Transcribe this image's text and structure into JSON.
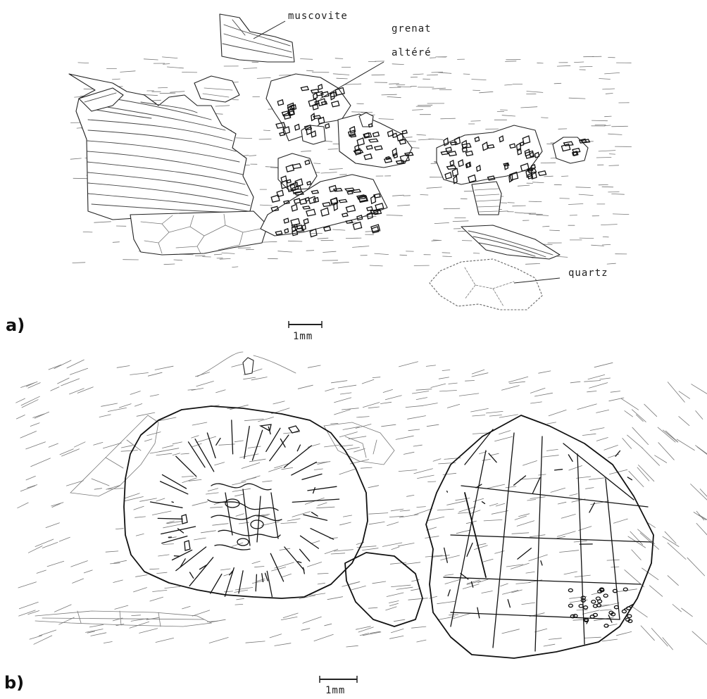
{
  "panel_a": {
    "label": "a)",
    "labels": {
      "muscovite": "muscovite",
      "grenat": "grenat",
      "altere": "altéré",
      "quartz": "quartz"
    },
    "scale": "1mm"
  },
  "panel_b": {
    "label": "b)",
    "scale": "1mm"
  }
}
